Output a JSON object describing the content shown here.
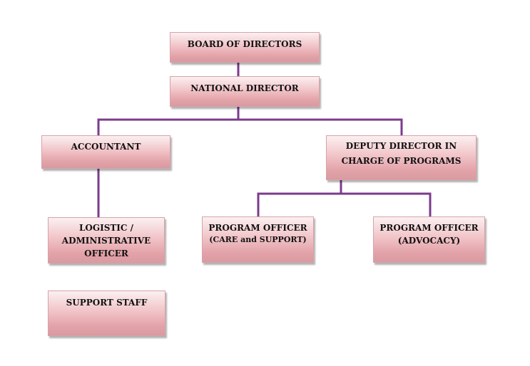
{
  "colors": {
    "connector": "#7b3b8c",
    "box_light": "#fbf0f1",
    "box_dark": "#d99aa1"
  },
  "nodes": {
    "board": {
      "title": "BOARD OF DIRECTORS"
    },
    "national": {
      "title": "NATIONAL DIRECTOR"
    },
    "accountant": {
      "title": "ACCOUNTANT"
    },
    "deputy": {
      "line1": "DEPUTY DIRECTOR IN",
      "line2": "CHARGE OF PROGRAMS"
    },
    "logistic": {
      "line1": "LOGISTIC /",
      "line2": "ADMINISTRATIVE",
      "line3": "OFFICER"
    },
    "support": {
      "title": "SUPPORT STAFF"
    },
    "po_care": {
      "line1": "PROGRAM OFFICER",
      "line2": "(CARE and SUPPORT)"
    },
    "po_advocacy": {
      "line1": "PROGRAM OFFICER",
      "line2": "(ADVOCACY)"
    }
  }
}
